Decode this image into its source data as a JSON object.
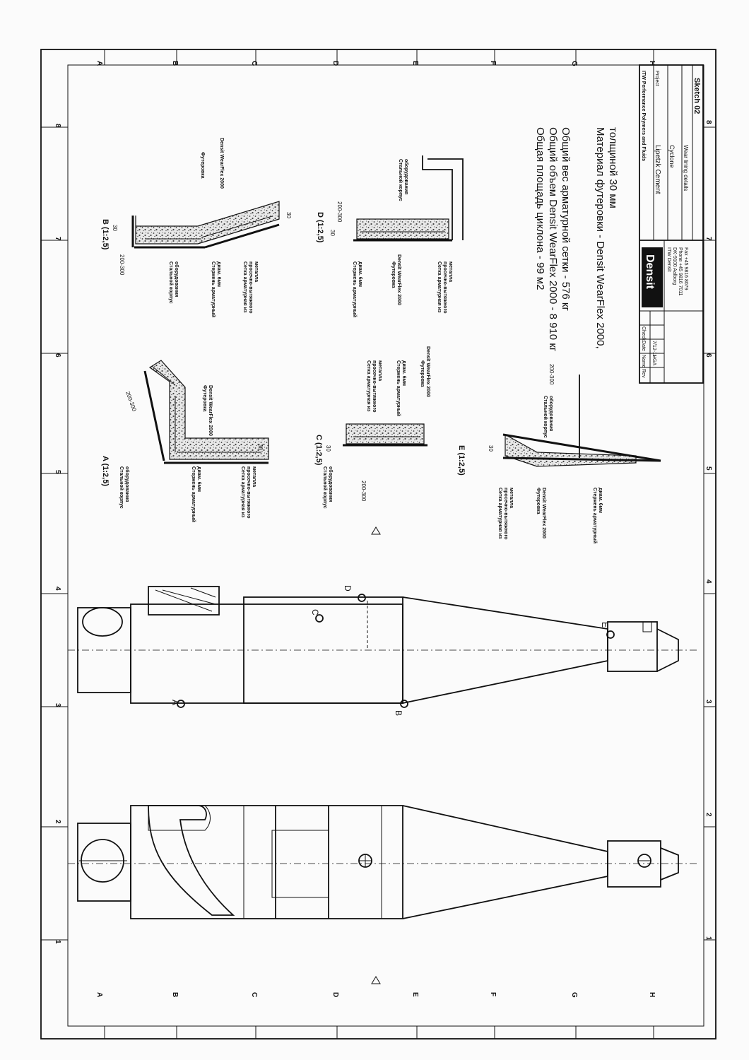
{
  "border": {
    "rows": [
      "A",
      "B",
      "C",
      "D",
      "E",
      "F",
      "G",
      "H"
    ],
    "cols": [
      "1",
      "2",
      "3",
      "4",
      "5",
      "6",
      "7",
      "8"
    ]
  },
  "notes": {
    "line1": "Общая площадь циклона - 99 м2",
    "line2": "Общий объем Densit WearFlex 2000 - 8 910 кг",
    "line3": "Общий вес арматурной сетки - 576 кг",
    "line4": "Материал футеровки - Densit WearFlex 2000,",
    "line5": "толщиной 30 мм"
  },
  "details": {
    "A": {
      "title": "A (1:2,5)",
      "dim_spacing": "200-300",
      "dim_thick": "30"
    },
    "B": {
      "title": "B (1:2,5)",
      "dim_spacing": "200-300",
      "dim_thick": "30",
      "dim_thick2": "30"
    },
    "C": {
      "title": "C (1:2,5)",
      "dim_spacing": "200-300",
      "dim_thick": "30"
    },
    "D": {
      "title": "D (1:2,5)",
      "dim_spacing": "200-300",
      "dim_thick": "30"
    },
    "E": {
      "title": "E (1:2,5)",
      "dim_spacing": "200-300",
      "dim_thick": "30"
    }
  },
  "labels": {
    "lining": "Футеровка",
    "material": "Densit WearFlex 2000",
    "steel_body_1": "Стальной корпус",
    "steel_body_2": "оборудования",
    "rod_1": "Стержень арматурный",
    "rod_2": "диам. 6мм",
    "mesh_1": "Сетка арматурная из",
    "mesh_2": "просечно-вытяжного",
    "mesh_3": "металла"
  },
  "points": {
    "A": "A",
    "B": "B",
    "C": "C",
    "D": "D",
    "E": "E"
  },
  "title_block": {
    "company": "ITW Performance Polymers and Fluids",
    "logo": "Densit",
    "project_label": "Project",
    "project": "Lipetzk Cement",
    "object": "Cyclone",
    "description": "Wear lining details",
    "sketch": "Sketch 02",
    "rev_label": "Rev",
    "name_label": "Name",
    "date_label": "Date",
    "check_label": "Check",
    "name": "HGA",
    "date": "7/12-11",
    "address1": "ITW Densit",
    "address2": "DK-9100 Aalborg",
    "phone": "Phone +45 9816 7011",
    "fax": "Fax +45 9816 8079"
  }
}
